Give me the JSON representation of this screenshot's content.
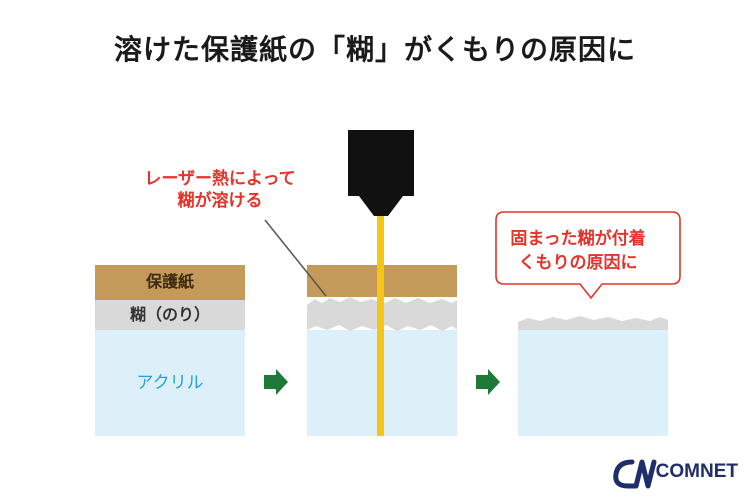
{
  "title": "溶けた保護紙の「糊」がくもりの原因に",
  "labels": {
    "protective_paper": "保護紙",
    "glue": "糊（のり）",
    "acrylic": "アクリル",
    "laser_line1": "レーザー熱によって",
    "laser_line2": "糊が溶ける",
    "stuck_line1": "固まった糊が付着",
    "stuck_line2": "くもりの原因に"
  },
  "logo": {
    "text": "COMNET"
  },
  "colors": {
    "protective_paper": "#c49a5a",
    "glue": "#d9d9d9",
    "acrylic": "#ddf0f9",
    "laser_beam": "#f5c518",
    "laser_head": "#111111",
    "arrow": "#1f7a3a",
    "callout_text": "#e5332a",
    "logo": "#1f2d6b"
  }
}
